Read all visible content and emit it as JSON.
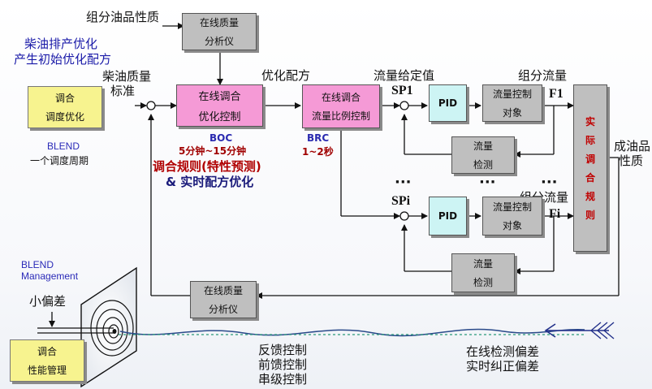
{
  "left_panel": {
    "heading_line1": "柴油排产优化",
    "heading_line2": "产生初始优化配方",
    "yellow_box_line1": "调合",
    "yellow_box_line2": "调度优化",
    "blend_label": "BLEND",
    "cycle_label": "一个调度周期"
  },
  "inputs": {
    "component_quality": "组分油品性质",
    "diesel_quality_line1": "柴油质量",
    "diesel_quality_line2": "标准",
    "optimized_recipe": "优化配方"
  },
  "boxes": {
    "analyzer_top_line1": "在线质量",
    "analyzer_top_line2": "分析仪",
    "boc_box_line1": "在线调合",
    "boc_box_line2": "优化控制",
    "brc_box_line1": "在线调合",
    "brc_box_line2": "流量比例控制",
    "pid1": "PID",
    "pidi": "PID",
    "flow_obj1_line1": "流量控制",
    "flow_obj1_line2": "对象",
    "flow_obji_line1": "流量控制",
    "flow_obji_line2": "对象",
    "flow_meas1_line1": "流量",
    "flow_meas1_line2": "检测",
    "flow_measi_line1": "流量",
    "flow_measi_line2": "检测",
    "blend_rule_chars": [
      "实",
      "际",
      "调",
      "合",
      "规",
      "则"
    ],
    "analyzer_bottom_line1": "在线质量",
    "analyzer_bottom_line2": "分析仪",
    "perf_box_line1": "调合",
    "perf_box_line2": "性能管理"
  },
  "boc": {
    "label": "BOC",
    "period": "5分钟~15分钟",
    "rule_line": "调合规则(特性预测)",
    "realtime_line": "& 实时配方优化"
  },
  "brc": {
    "label": "BRC",
    "period": "1~2秒"
  },
  "signals": {
    "setpoint": "流量给定值",
    "sp1": "SP1",
    "spi": "SPi",
    "component_flow_top": "组分流量",
    "component_flow_mid": "组分流量",
    "f1": "F1",
    "fi": "Fi",
    "dots_a": "···",
    "dots_b": "···",
    "dots_c": "···",
    "product_quality_line1": "成油品",
    "product_quality_line2": "性质"
  },
  "bottom": {
    "blend_management_line1": "BLEND",
    "blend_management_line2": "Management",
    "small_deviation": "小偏差",
    "feedback": "反馈控制",
    "feedforward": "前馈控制",
    "cascade": "串级控制",
    "online_detect": "在线检测偏差",
    "realtime_correct": "实时纠正偏差"
  }
}
